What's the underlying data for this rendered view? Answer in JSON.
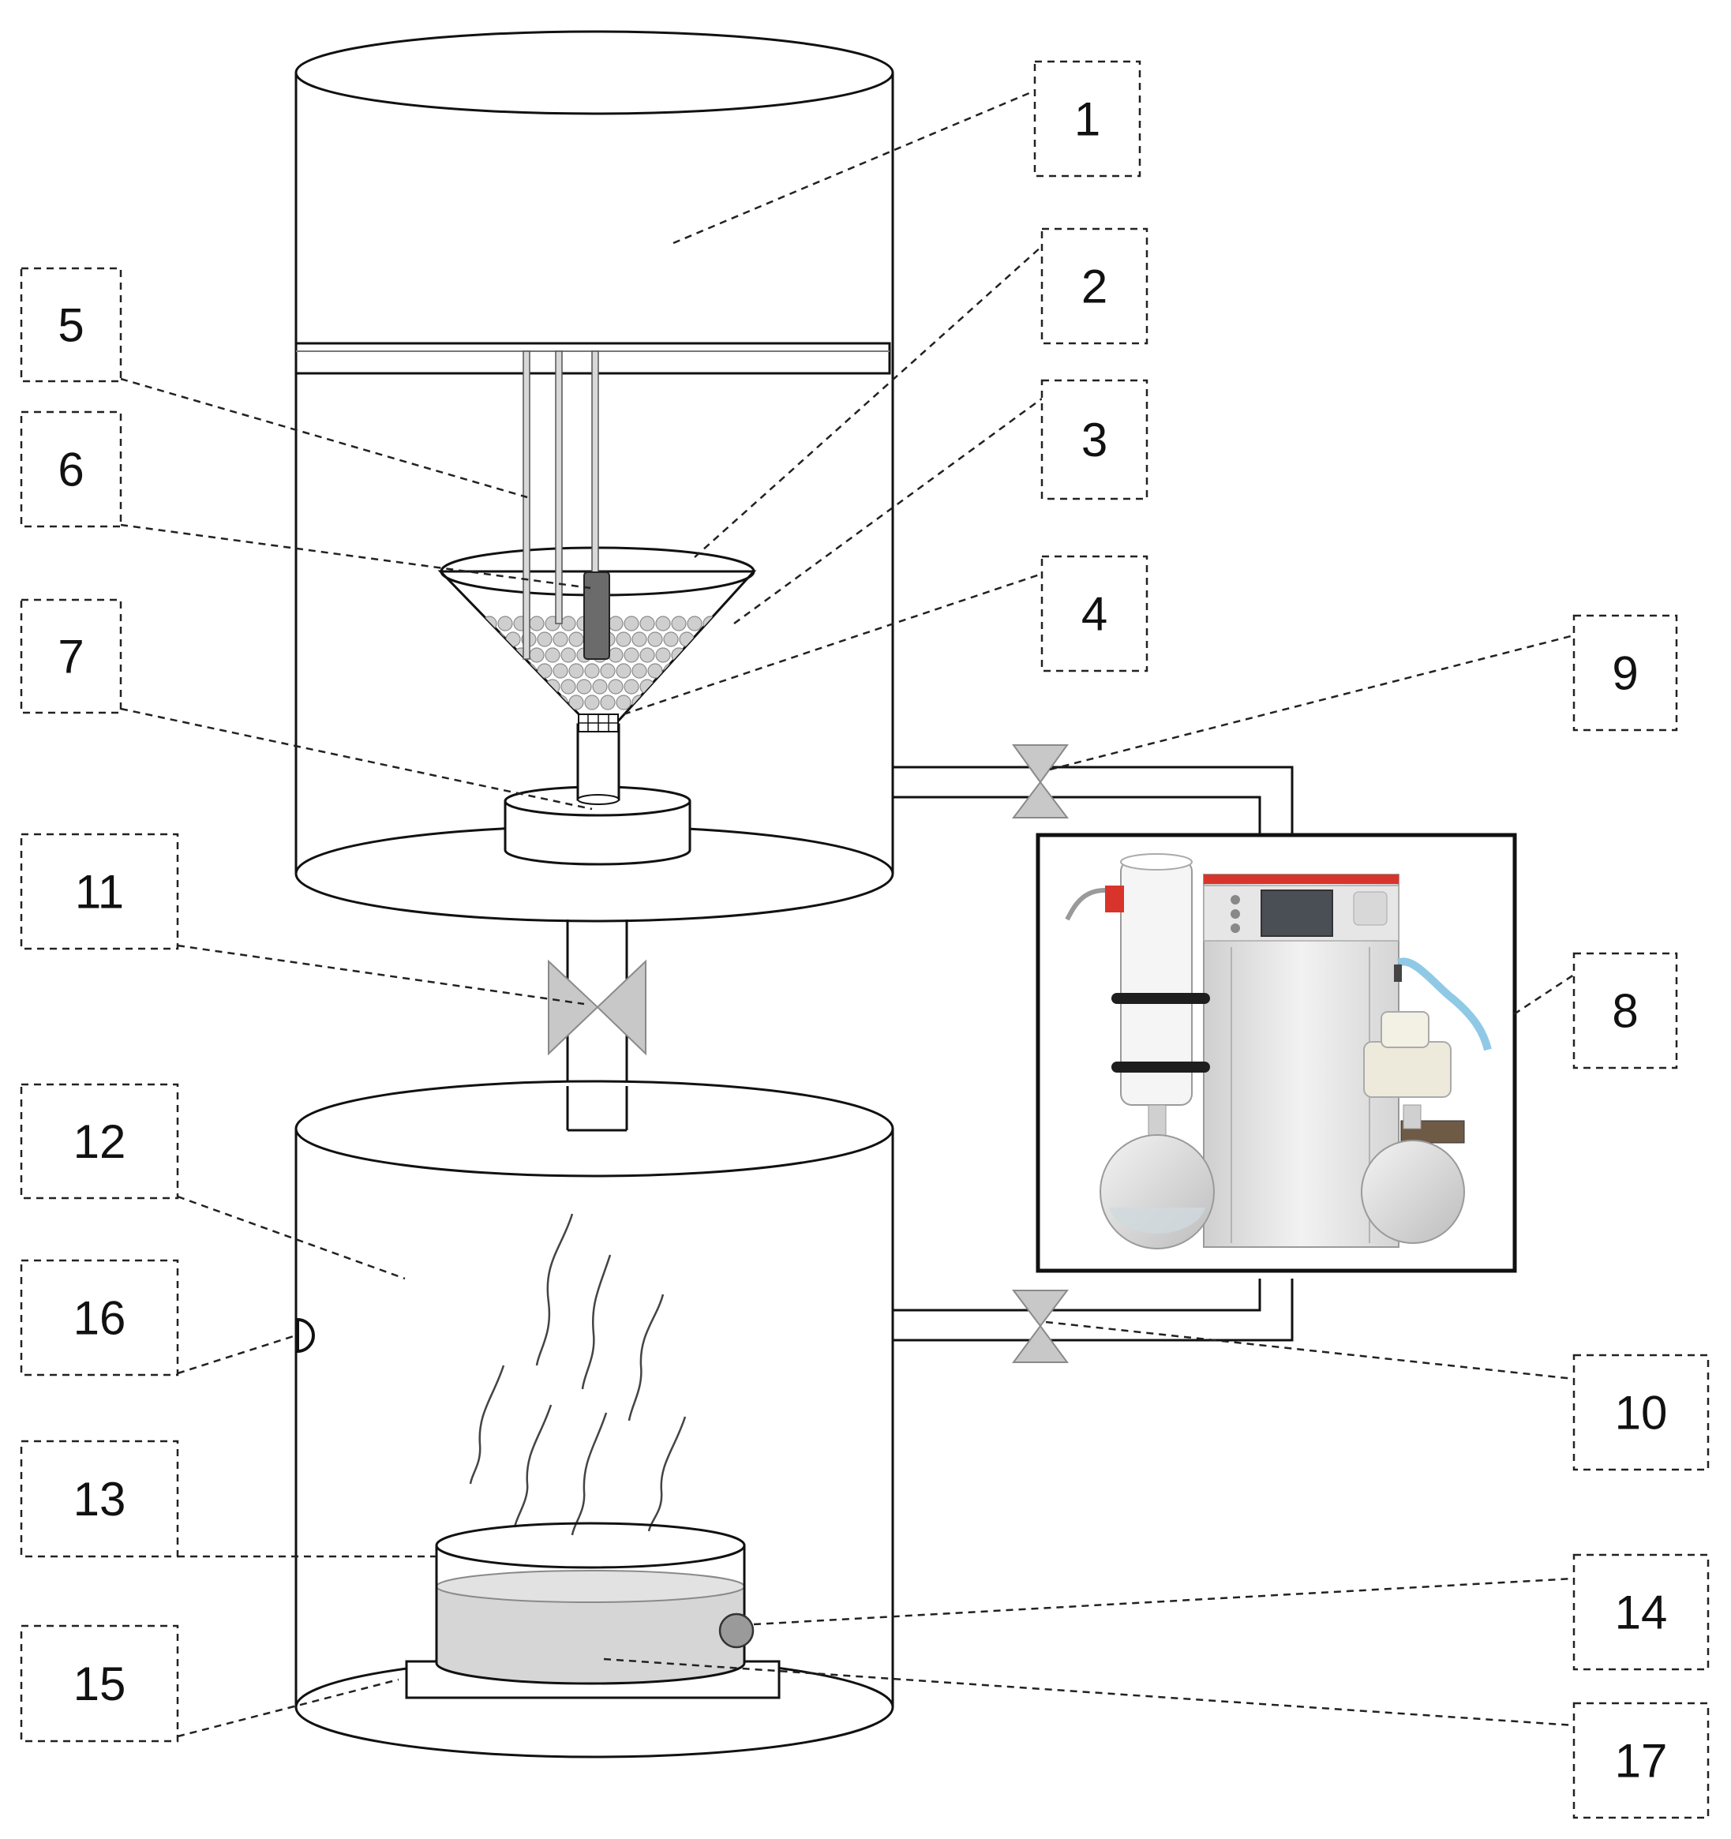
{
  "diagram": {
    "callouts": [
      {
        "id": "1",
        "label": "1"
      },
      {
        "id": "2",
        "label": "2"
      },
      {
        "id": "3",
        "label": "3"
      },
      {
        "id": "4",
        "label": "4"
      },
      {
        "id": "5",
        "label": "5"
      },
      {
        "id": "6",
        "label": "6"
      },
      {
        "id": "7",
        "label": "7"
      },
      {
        "id": "8",
        "label": "8"
      },
      {
        "id": "9",
        "label": "9"
      },
      {
        "id": "10",
        "label": "10"
      },
      {
        "id": "11",
        "label": "11"
      },
      {
        "id": "12",
        "label": "12"
      },
      {
        "id": "13",
        "label": "13"
      },
      {
        "id": "14",
        "label": "14"
      },
      {
        "id": "15",
        "label": "15"
      },
      {
        "id": "16",
        "label": "16"
      },
      {
        "id": "17",
        "label": "17"
      }
    ],
    "colors": {
      "line": "#111111",
      "valve": "#c8c8c8",
      "liquid": "#d6d6d6",
      "bead": "#cfcfcf",
      "pump_body": "#e4e4e4",
      "pump_accent": "#d9342b",
      "tubing": "#8fc9e6"
    }
  }
}
